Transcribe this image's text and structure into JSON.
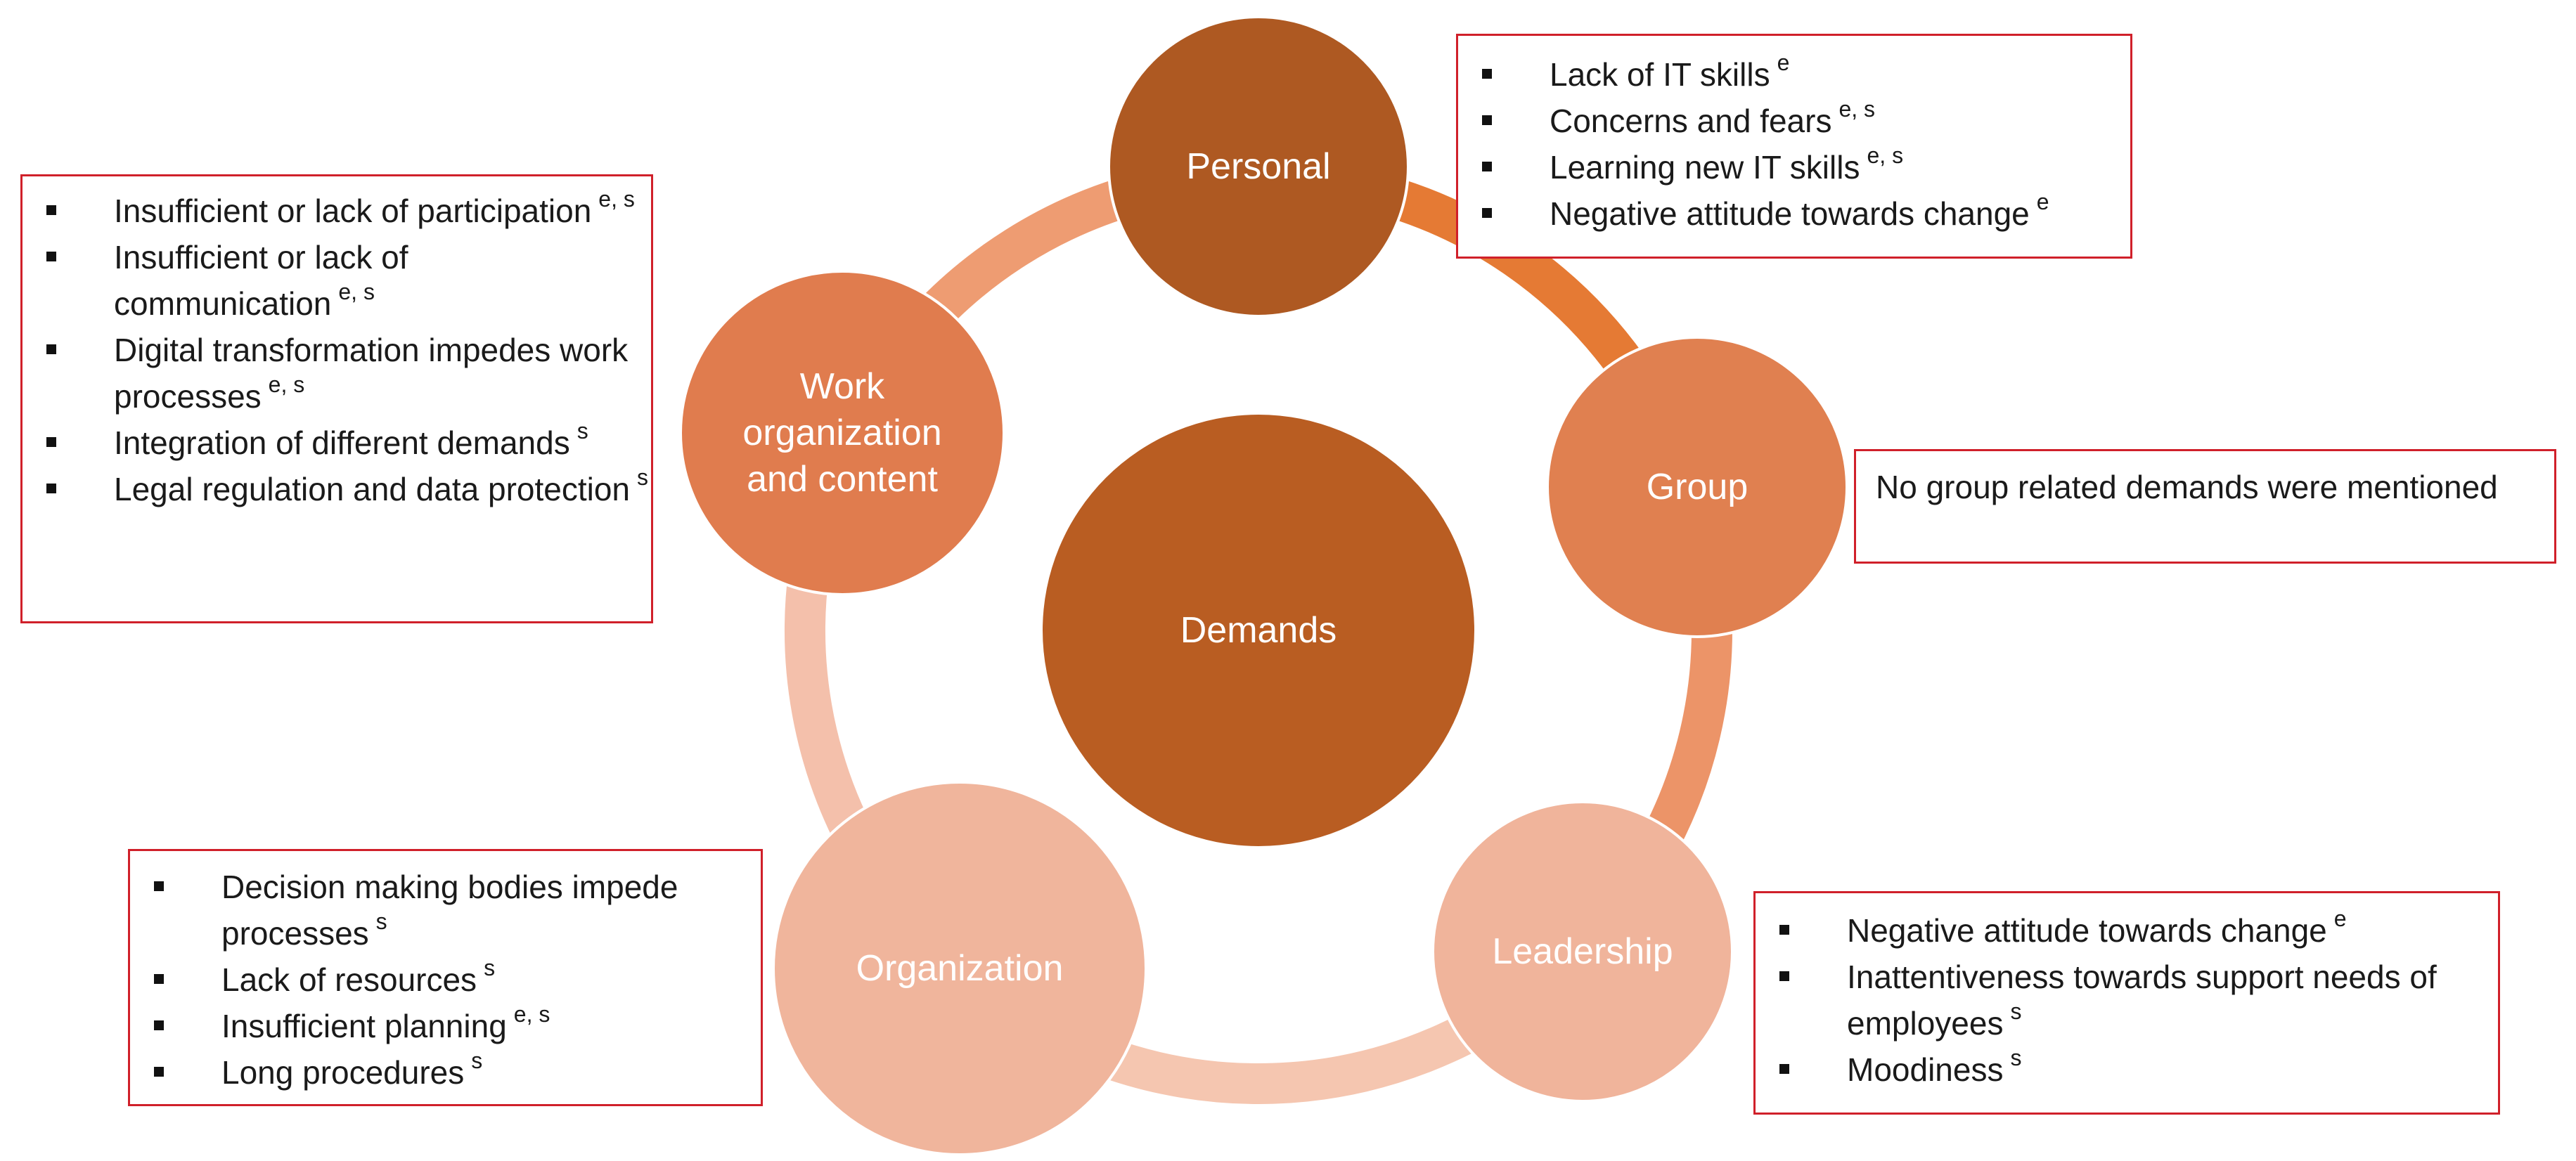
{
  "diagram": {
    "center": {
      "label": "Demands"
    },
    "nodes": [
      {
        "key": "personal",
        "label_lines": [
          "Personal"
        ]
      },
      {
        "key": "group",
        "label_lines": [
          "Group"
        ]
      },
      {
        "key": "leadership",
        "label_lines": [
          "Leadership"
        ]
      },
      {
        "key": "organization",
        "label_lines": [
          "Organization"
        ]
      },
      {
        "key": "work",
        "label_lines": [
          "Work",
          "organization",
          "and content"
        ]
      }
    ]
  },
  "colors": {
    "center": "#b95d22",
    "personal": "#ae5922",
    "group": "#e08050",
    "leadership": "#f0b49b",
    "organization": "#f0b59c",
    "work": "#e07c4e",
    "arc_personal_group": "#e57a34",
    "arc_group_leadership": "#ec9468",
    "arc_leadership_org": "#f5c6b0",
    "arc_org_work": "#f4c0ab",
    "arc_work_personal": "#ee9c72",
    "box_border": "#d0202a"
  },
  "boxes": {
    "personal": {
      "items": [
        {
          "text": "Lack of IT skills",
          "sup": "e"
        },
        {
          "text": "Concerns and fears",
          "sup": "e, s"
        },
        {
          "text": "Learning new IT skills",
          "sup": "e, s"
        },
        {
          "text": "Negative attitude towards change",
          "sup": "e"
        }
      ]
    },
    "work": {
      "items": [
        {
          "text": "Insufficient or lack of participation",
          "sup": "e, s"
        },
        {
          "text": "Insufficient or lack of communication",
          "sup": "e, s"
        },
        {
          "text": "Digital transformation impedes work processes",
          "sup": "e, s"
        },
        {
          "text": "Integration of different demands",
          "sup": "s"
        },
        {
          "text": "Legal regulation and data protection",
          "sup": "s"
        }
      ]
    },
    "group": {
      "text": "No group related demands were mentioned"
    },
    "organization": {
      "items": [
        {
          "text": "Decision making bodies impede processes",
          "sup": "s"
        },
        {
          "text": "Lack of resources",
          "sup": "s"
        },
        {
          "text": "Insufficient planning",
          "sup": "e, s"
        },
        {
          "text": "Long procedures",
          "sup": "s"
        }
      ]
    },
    "leadership": {
      "items": [
        {
          "text": "Negative attitude towards change",
          "sup": "e"
        },
        {
          "text": "Inattentiveness towards support needs of employees",
          "sup": "s"
        },
        {
          "text": "Moodiness",
          "sup": "s"
        }
      ]
    }
  }
}
